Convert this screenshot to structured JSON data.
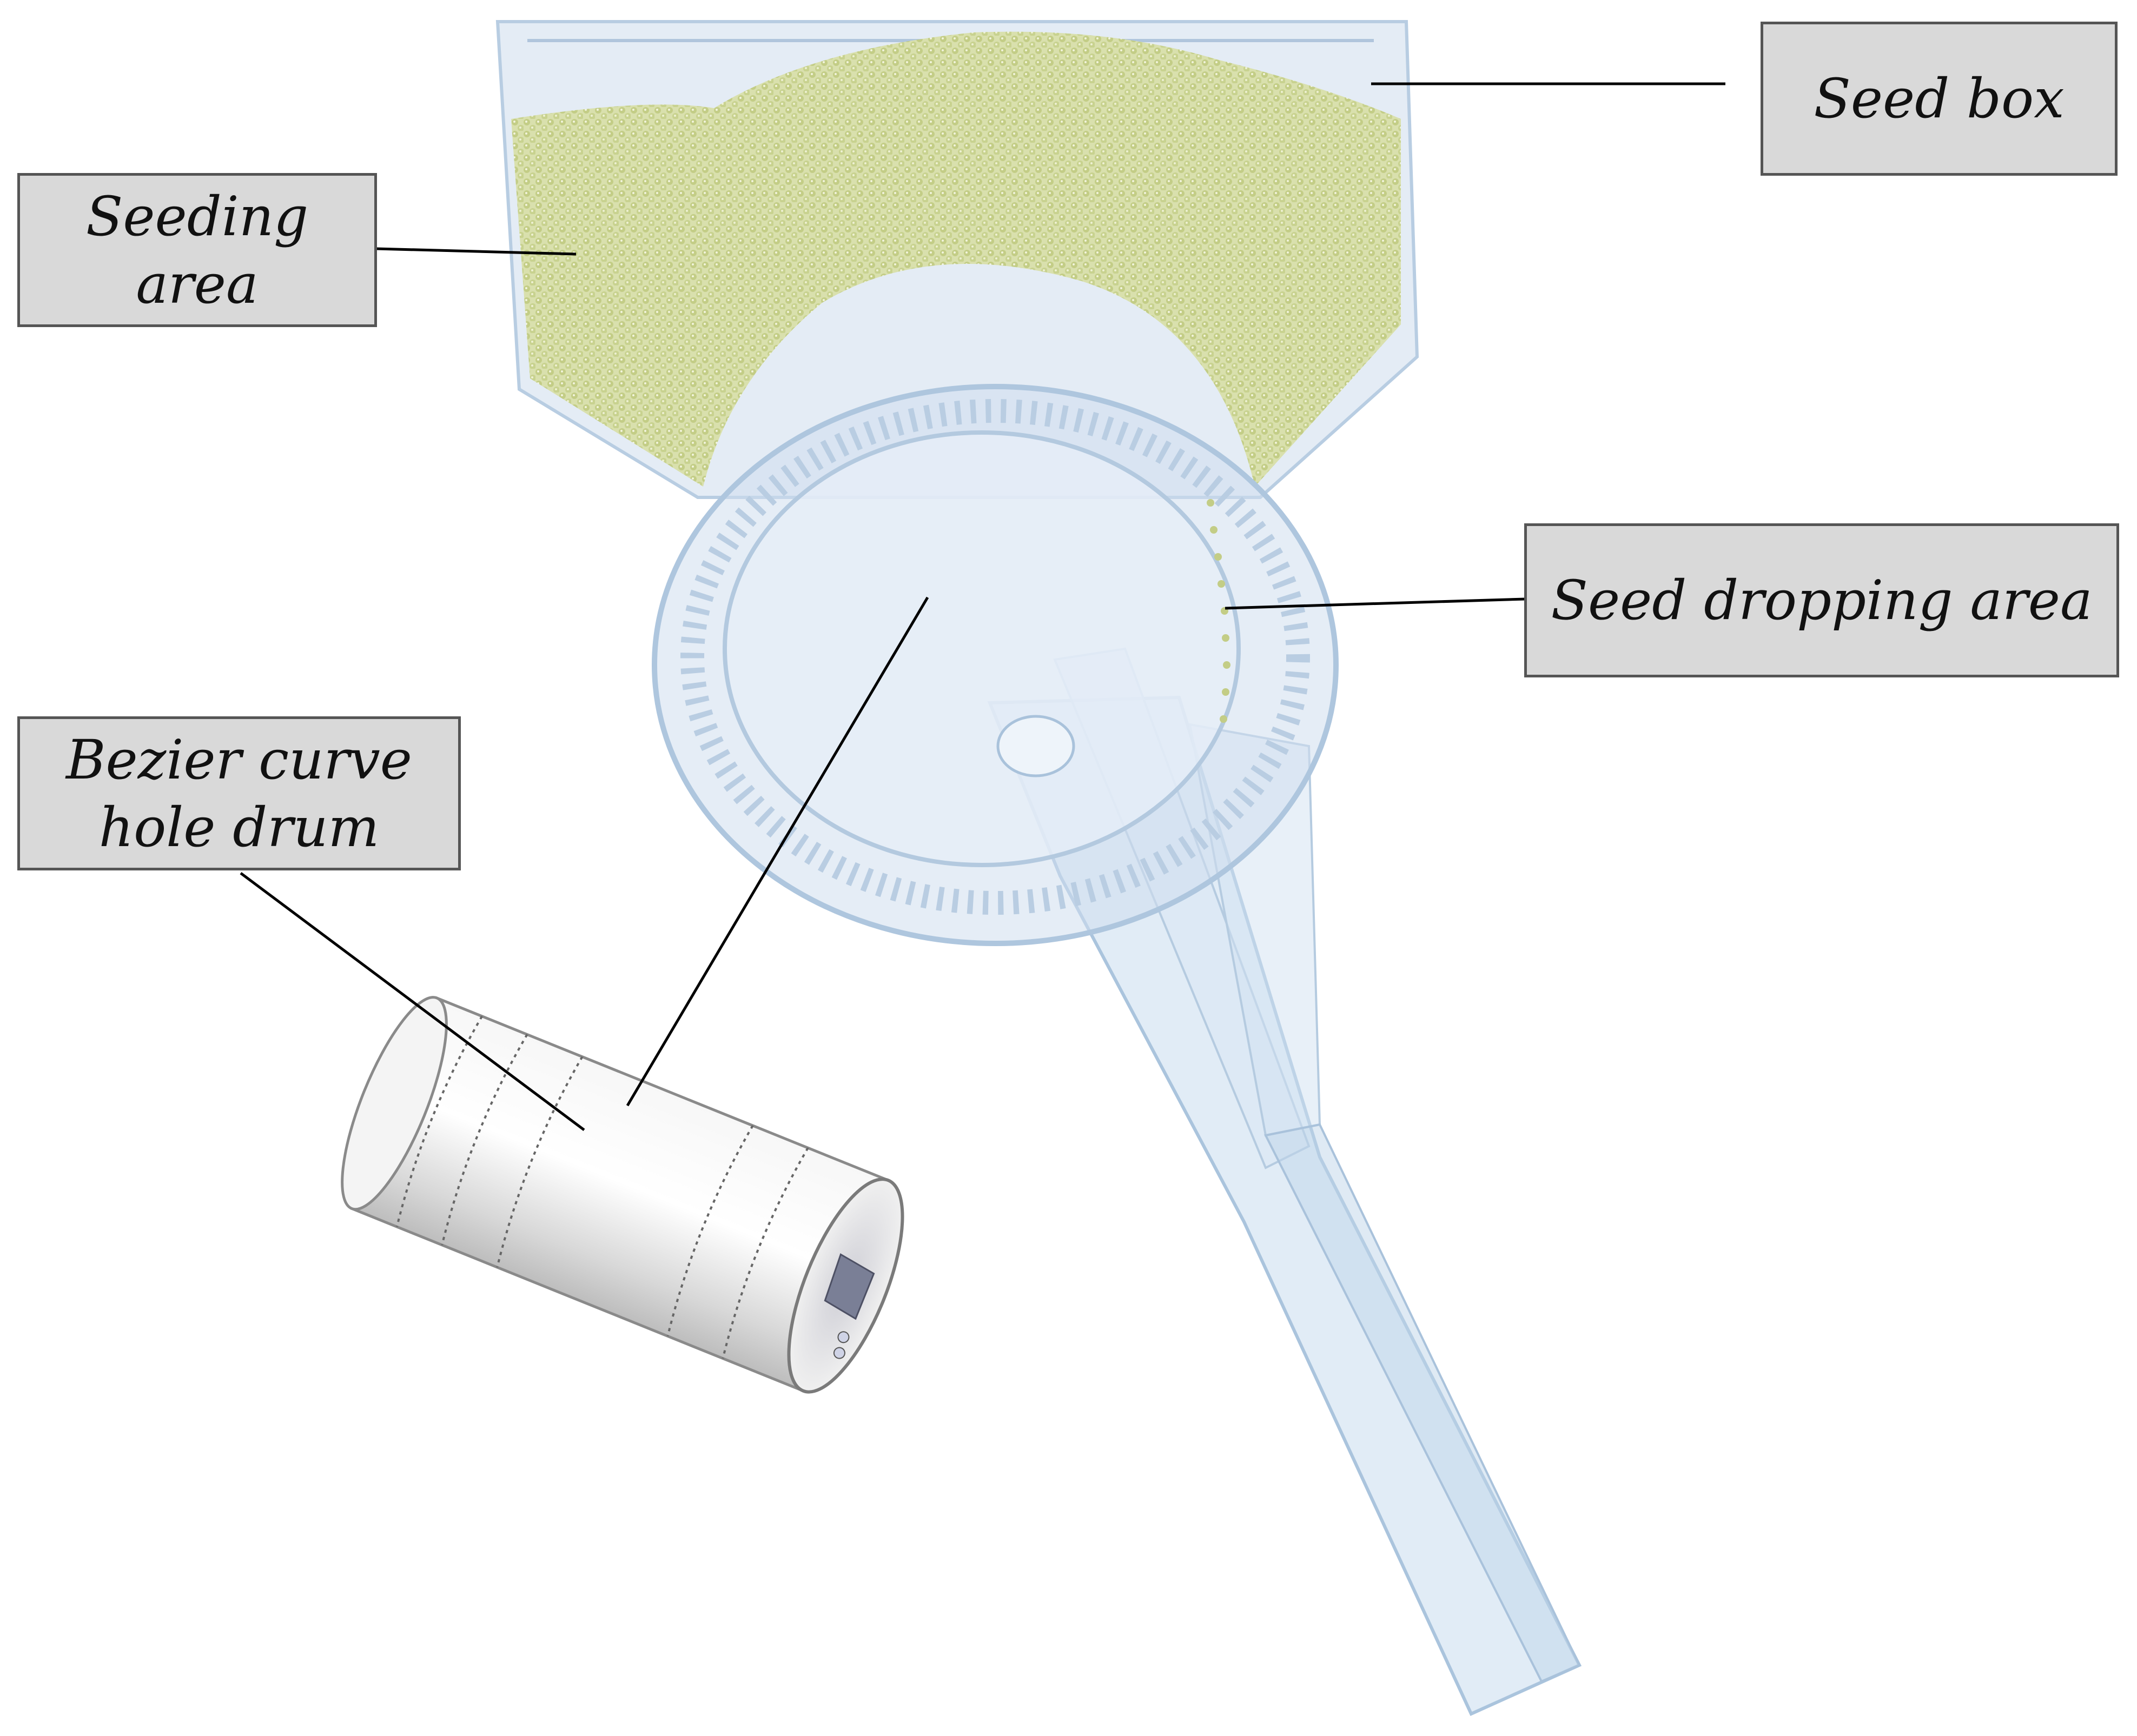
{
  "labels": {
    "seed_box": "Seed box",
    "seeding_area": "Seeding area",
    "seed_dropping_area": "Seed dropping area",
    "drum_line1": "Bezier curve",
    "drum_line2": "hole drum"
  },
  "colors": {
    "label_fill": "#d9d9d9",
    "label_border": "#555555",
    "transparent_body": "#cfe0f0",
    "seed_fill": "#d4dca6",
    "seed_dot": "#b8c47a",
    "drum_metal": "#e8e8e8",
    "leader_line": "#000000"
  }
}
